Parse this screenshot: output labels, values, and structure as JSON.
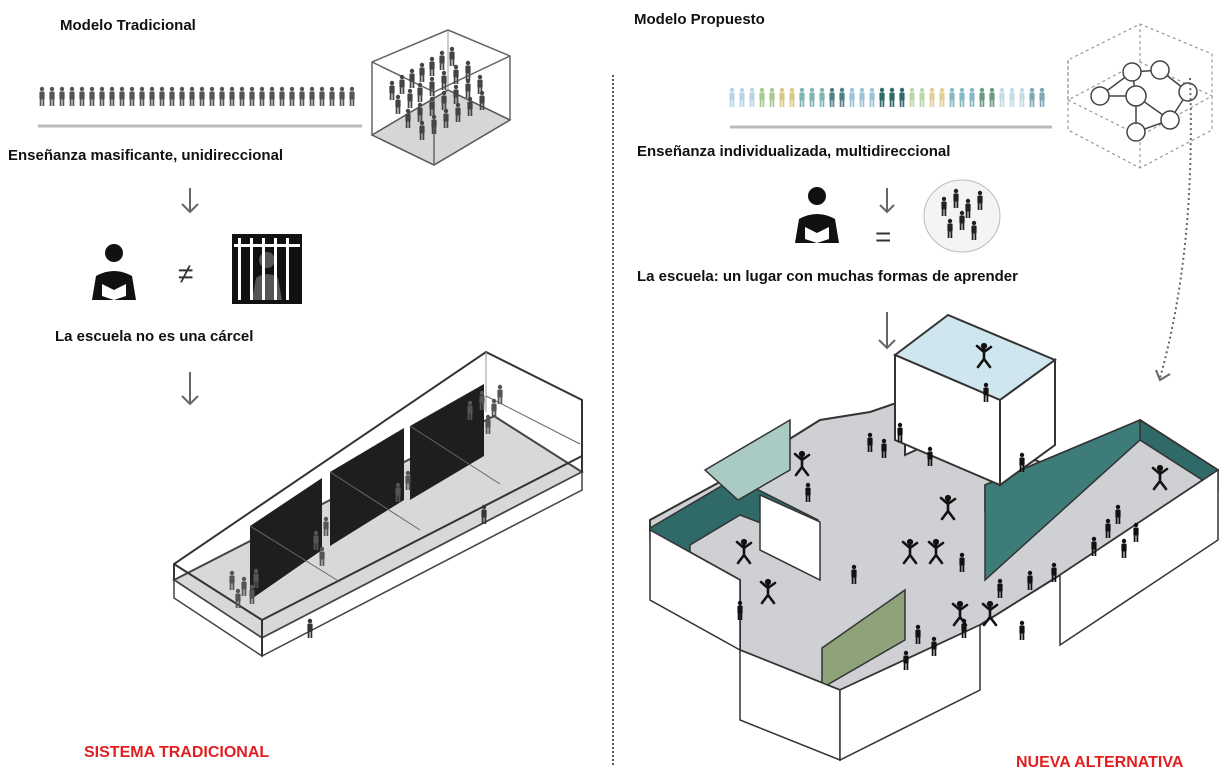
{
  "left": {
    "model_title": "Modelo Tradicional",
    "caption_1": "Enseñanza masificante, unidireccional",
    "caption_2": "La escuela no es una cárcel",
    "footer": "SISTEMA TRADICIONAL",
    "relation_symbol": "≠"
  },
  "right": {
    "model_title": "Modelo Propuesto",
    "caption_1": "Enseñanza individualizada, multidireccional",
    "caption_2": "La escuela: un lugar con muchas formas de aprender",
    "footer": "NUEVA ALTERNATIVA",
    "relation_symbol": "="
  },
  "colors": {
    "accent_red": "#e02020",
    "teal_dark": "#2f6a68",
    "teal_light": "#a9cbc4",
    "sky": "#cfe6ef",
    "olive": "#8ea37a",
    "floor": "#cfd0d3"
  }
}
